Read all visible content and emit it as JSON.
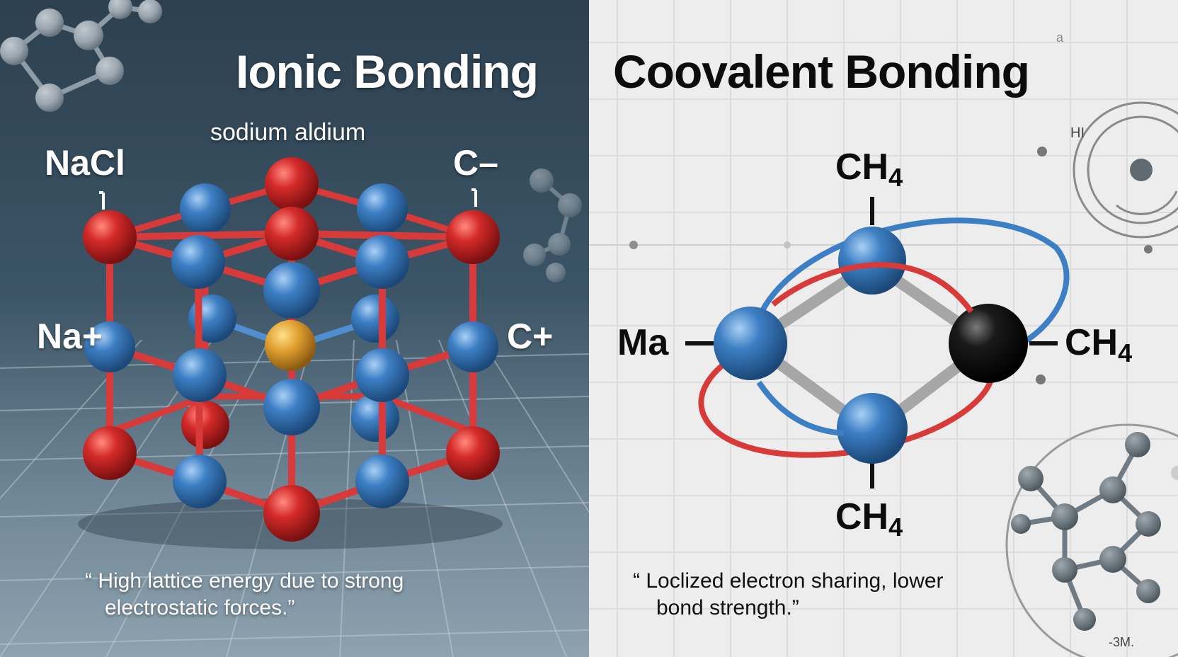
{
  "ionic": {
    "title": "Ionic Bonding",
    "subtitle": "sodium aldium",
    "labels": {
      "nacl": "NaCl",
      "c_minus": "C–",
      "na_plus": "Na+",
      "c_plus": "C+"
    },
    "quote_line1": "“ High lattice energy due to strong",
    "quote_line2": "electrostatic forces.”"
  },
  "covalent": {
    "title": "Coovalent Bonding",
    "labels": {
      "top": "CH",
      "right": "CH",
      "bottom": "CH",
      "left": "Ma",
      "subscript": "4"
    },
    "quote_line1": "“ Loclized electron sharing, lower",
    "quote_line2": "bond strength.”",
    "corner_marks": {
      "top_right": "a",
      "hi": "HI",
      "bottom_right": "-3M."
    }
  },
  "colors": {
    "ion_red": "#d42a2a",
    "ion_blue": "#3d7fc4",
    "central_ion": "#e0a030",
    "dark_atom": "#111111",
    "bond_red": "#d83a3a"
  }
}
